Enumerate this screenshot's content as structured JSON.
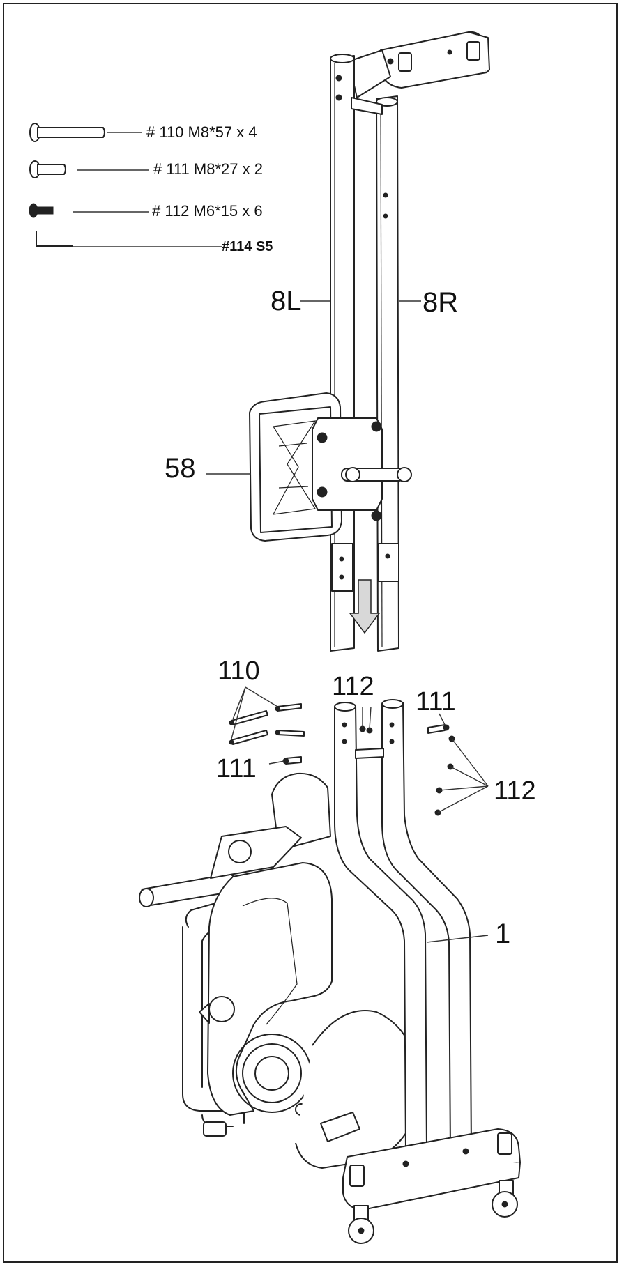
{
  "hardware_list": [
    {
      "id": "110",
      "label": "# 110 M8*57",
      "qty": "x 4",
      "icon": "long-bolt-icon"
    },
    {
      "id": "111",
      "label": "# 111 M8*27",
      "qty": "x 2",
      "icon": "short-bolt-icon"
    },
    {
      "id": "112",
      "label": "# 112 M6*15",
      "qty": "x 6",
      "icon": "screw-icon"
    },
    {
      "id": "114",
      "label": "#114 S5",
      "qty": "",
      "icon": "allen-key-icon"
    }
  ],
  "parts": {
    "left_upright": "8L",
    "right_upright": "8R",
    "monitor": "58",
    "main_frame": "1"
  },
  "callouts": {
    "bolts_110": "110",
    "screws_112_top": "112",
    "bolt_111_right": "111",
    "bolt_111_left": "111",
    "screws_112_right": "112"
  },
  "icons": [
    "insert-direction-arrow-icon"
  ]
}
